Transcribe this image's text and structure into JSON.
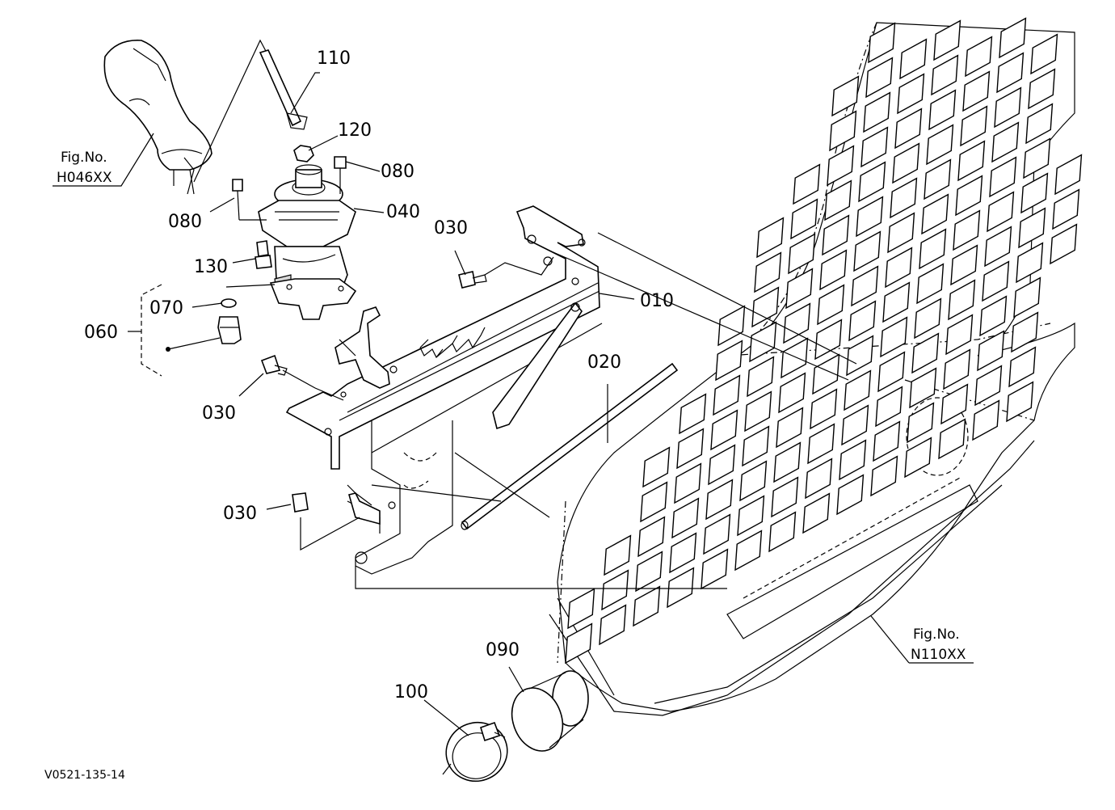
{
  "drawing_id": "V0521-135-14",
  "references": [
    {
      "fig_label": "Fig.No.",
      "fig_number": "H046XX"
    },
    {
      "fig_label": "Fig.No.",
      "fig_number": "N110XX"
    }
  ],
  "callouts": {
    "c110": "110",
    "c120": "120",
    "c080a": "080",
    "c080b": "080",
    "c040": "040",
    "c130": "130",
    "c070": "070",
    "c060": "060",
    "c030a": "030",
    "c030b": "030",
    "c030c": "030",
    "c010": "010",
    "c020": "020",
    "c090": "090",
    "c100": "100"
  }
}
